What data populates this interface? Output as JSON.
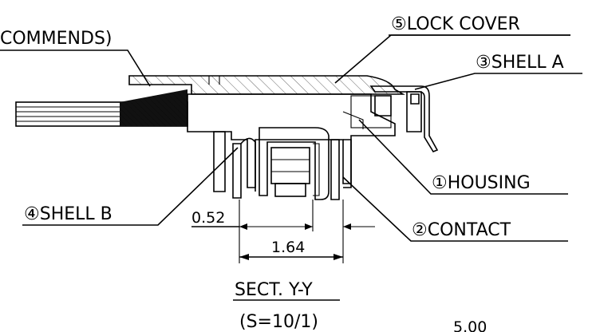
{
  "labels": {
    "recommends": "COMMENDS)",
    "lock_cover": "⑤LOCK COVER",
    "shell_a": "③SHELL A",
    "housing": "①HOUSING",
    "shell_b": "④SHELL B",
    "contact": "②CONTACT"
  },
  "dimensions": {
    "d1": "0.52",
    "d2": "1.64",
    "d3": "5.00"
  },
  "section": {
    "title": "SECT. Y-Y",
    "scale": "(S=10/1)"
  }
}
